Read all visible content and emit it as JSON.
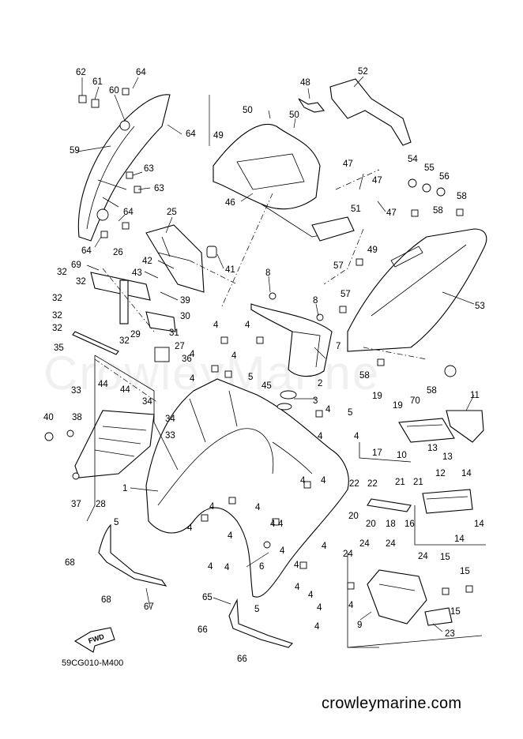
{
  "diagram": {
    "code": "59CG010-M400",
    "watermark": "CrowleyMarine",
    "brand": "crowleymarine.com",
    "fwd_label": "FWD",
    "callouts": [
      {
        "id": "c62",
        "text": "62"
      },
      {
        "id": "c61",
        "text": "61"
      },
      {
        "id": "c60",
        "text": "60"
      },
      {
        "id": "c64a",
        "text": "64"
      },
      {
        "id": "c64b",
        "text": "64"
      },
      {
        "id": "c59",
        "text": "59"
      },
      {
        "id": "c63a",
        "text": "63"
      },
      {
        "id": "c63b",
        "text": "63"
      },
      {
        "id": "c64c",
        "text": "64"
      },
      {
        "id": "c64d",
        "text": "64"
      },
      {
        "id": "c25",
        "text": "25"
      },
      {
        "id": "c26",
        "text": "26"
      },
      {
        "id": "c69",
        "text": "69"
      },
      {
        "id": "c42",
        "text": "42"
      },
      {
        "id": "c43",
        "text": "43"
      },
      {
        "id": "c41",
        "text": "41"
      },
      {
        "id": "c32a",
        "text": "32"
      },
      {
        "id": "c32b",
        "text": "32"
      },
      {
        "id": "c32c",
        "text": "32"
      },
      {
        "id": "c32d",
        "text": "32"
      },
      {
        "id": "c32e",
        "text": "32"
      },
      {
        "id": "c32f",
        "text": "32"
      },
      {
        "id": "c39",
        "text": "39"
      },
      {
        "id": "c30",
        "text": "30"
      },
      {
        "id": "c31",
        "text": "31"
      },
      {
        "id": "c29",
        "text": "29"
      },
      {
        "id": "c27",
        "text": "27"
      },
      {
        "id": "c36",
        "text": "36"
      },
      {
        "id": "c35",
        "text": "35"
      },
      {
        "id": "c48",
        "text": "48"
      },
      {
        "id": "c52",
        "text": "52"
      },
      {
        "id": "c50a",
        "text": "50"
      },
      {
        "id": "c50b",
        "text": "50"
      },
      {
        "id": "c49a",
        "text": "49"
      },
      {
        "id": "c46",
        "text": "46"
      },
      {
        "id": "c47a",
        "text": "47"
      },
      {
        "id": "c47b",
        "text": "47"
      },
      {
        "id": "c47c",
        "text": "47"
      },
      {
        "id": "c51",
        "text": "51"
      },
      {
        "id": "c49b",
        "text": "49"
      },
      {
        "id": "c54",
        "text": "54"
      },
      {
        "id": "c55",
        "text": "55"
      },
      {
        "id": "c56",
        "text": "56"
      },
      {
        "id": "c58a",
        "text": "58"
      },
      {
        "id": "c58b",
        "text": "58"
      },
      {
        "id": "c57a",
        "text": "57"
      },
      {
        "id": "c57b",
        "text": "57"
      },
      {
        "id": "c53",
        "text": "53"
      },
      {
        "id": "c58c",
        "text": "58"
      },
      {
        "id": "c58d",
        "text": "58"
      },
      {
        "id": "c8a",
        "text": "8"
      },
      {
        "id": "c8b",
        "text": "8"
      },
      {
        "id": "c4a",
        "text": "4"
      },
      {
        "id": "c4b",
        "text": "4"
      },
      {
        "id": "c7",
        "text": "7"
      },
      {
        "id": "c4c",
        "text": "4"
      },
      {
        "id": "c4d",
        "text": "4"
      },
      {
        "id": "c4e",
        "text": "4"
      },
      {
        "id": "c5a",
        "text": "5"
      },
      {
        "id": "c45",
        "text": "45"
      },
      {
        "id": "c2",
        "text": "2"
      },
      {
        "id": "c3",
        "text": "3"
      },
      {
        "id": "c4f",
        "text": "4"
      },
      {
        "id": "c4g",
        "text": "4"
      },
      {
        "id": "c5b",
        "text": "5"
      },
      {
        "id": "c4h",
        "text": "4"
      },
      {
        "id": "c4i",
        "text": "4"
      },
      {
        "id": "c4j",
        "text": "4"
      },
      {
        "id": "c44a",
        "text": "44"
      },
      {
        "id": "c44b",
        "text": "44"
      },
      {
        "id": "c33a",
        "text": "33"
      },
      {
        "id": "c34a",
        "text": "34"
      },
      {
        "id": "c34b",
        "text": "34"
      },
      {
        "id": "c33b",
        "text": "33"
      },
      {
        "id": "c40",
        "text": "40"
      },
      {
        "id": "c38",
        "text": "38"
      },
      {
        "id": "c37",
        "text": "37"
      },
      {
        "id": "c28",
        "text": "28"
      },
      {
        "id": "c1",
        "text": "1"
      },
      {
        "id": "c4k",
        "text": "4"
      },
      {
        "id": "c4l",
        "text": "4"
      },
      {
        "id": "c4m",
        "text": "4"
      },
      {
        "id": "c4n",
        "text": "4"
      },
      {
        "id": "c4o",
        "text": "4"
      },
      {
        "id": "c4p",
        "text": "4"
      },
      {
        "id": "c4q",
        "text": "4"
      },
      {
        "id": "c4r",
        "text": "4"
      },
      {
        "id": "c4s",
        "text": "4"
      },
      {
        "id": "c6",
        "text": "6"
      },
      {
        "id": "c5c",
        "text": "5"
      },
      {
        "id": "c68a",
        "text": "68"
      },
      {
        "id": "c68b",
        "text": "68"
      },
      {
        "id": "c67",
        "text": "67"
      },
      {
        "id": "c65",
        "text": "65"
      },
      {
        "id": "c66a",
        "text": "66"
      },
      {
        "id": "c66b",
        "text": "66"
      },
      {
        "id": "c5d",
        "text": "5"
      },
      {
        "id": "c4t",
        "text": "4"
      },
      {
        "id": "c4u",
        "text": "4"
      },
      {
        "id": "c4v",
        "text": "4"
      },
      {
        "id": "c19a",
        "text": "19"
      },
      {
        "id": "c19b",
        "text": "19"
      },
      {
        "id": "c70",
        "text": "70"
      },
      {
        "id": "c11",
        "text": "11"
      },
      {
        "id": "c17",
        "text": "17"
      },
      {
        "id": "c10",
        "text": "10"
      },
      {
        "id": "c13a",
        "text": "13"
      },
      {
        "id": "c13b",
        "text": "13"
      },
      {
        "id": "c22a",
        "text": "22"
      },
      {
        "id": "c22b",
        "text": "22"
      },
      {
        "id": "c21a",
        "text": "21"
      },
      {
        "id": "c21b",
        "text": "21"
      },
      {
        "id": "c12",
        "text": "12"
      },
      {
        "id": "c14a",
        "text": "14"
      },
      {
        "id": "c20a",
        "text": "20"
      },
      {
        "id": "c20b",
        "text": "20"
      },
      {
        "id": "c18",
        "text": "18"
      },
      {
        "id": "c16",
        "text": "16"
      },
      {
        "id": "c14b",
        "text": "14"
      },
      {
        "id": "c14c",
        "text": "14"
      },
      {
        "id": "c24a",
        "text": "24"
      },
      {
        "id": "c24b",
        "text": "24"
      },
      {
        "id": "c24c",
        "text": "24"
      },
      {
        "id": "c24d",
        "text": "24"
      },
      {
        "id": "c15a",
        "text": "15"
      },
      {
        "id": "c15b",
        "text": "15"
      },
      {
        "id": "c15c",
        "text": "15"
      },
      {
        "id": "c4w",
        "text": "4"
      },
      {
        "id": "c9",
        "text": "9"
      },
      {
        "id": "c23",
        "text": "23"
      },
      {
        "id": "c4x",
        "text": "4"
      },
      {
        "id": "c4y",
        "text": "4"
      },
      {
        "id": "c4z",
        "text": "4"
      }
    ]
  }
}
